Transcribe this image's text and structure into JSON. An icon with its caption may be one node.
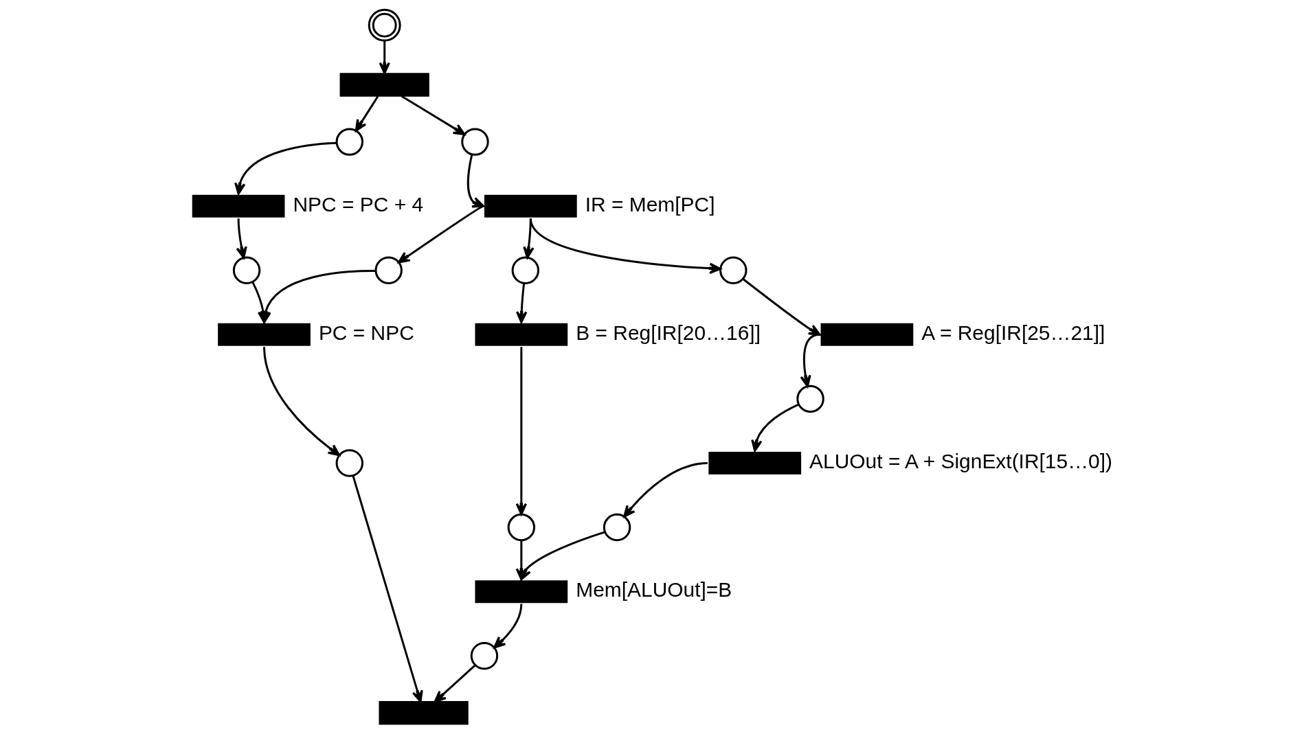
{
  "diagram": {
    "nodes": [
      {
        "text": [],
        "shape": "circle"
      },
      {
        "text": [],
        "shape": "bar"
      },
      {
        "text": [],
        "shape": "circle"
      },
      {
        "text": [],
        "shape": "circle"
      },
      {
        "text": [],
        "shape": "bar",
        "beside": [
          "NPC = PC + 4"
        ]
      },
      {
        "text": [],
        "shape": "bar",
        "beside": [
          "IR = Mem[PC]"
        ]
      },
      {
        "text": [],
        "shape": "circle"
      },
      {
        "text": [],
        "shape": "circle"
      },
      {
        "text": [],
        "shape": "circle"
      },
      {
        "text": [],
        "shape": "circle"
      },
      {
        "text": [],
        "shape": "bar",
        "beside": [
          "B = Reg[IR[20…16]]"
        ]
      },
      {
        "text": [],
        "shape": "bar",
        "beside": [
          "A = Reg[IR[25…21]]"
        ]
      },
      {
        "text": [],
        "shape": "circle"
      },
      {
        "text": [],
        "shape": "circle"
      },
      {
        "text": [],
        "shape": "bar",
        "beside": [
          "ALUOut = A + SignExt(IR[15…0])"
        ]
      },
      {
        "text": [],
        "shape": "bar",
        "beside": [
          "PC = NPC"
        ]
      },
      {
        "text": [],
        "shape": "circle"
      },
      {
        "text": [],
        "shape": "circle"
      },
      {
        "text": [],
        "shape": "bar",
        "beside": [
          "Mem[ALUOut]=B"
        ]
      },
      {
        "text": [],
        "shape": "circle"
      },
      {
        "text": [],
        "shape": "bar"
      }
    ],
    "edges": [
      {
        "from": 0,
        "to": 1,
        "arrow": "to"
      },
      {
        "from": 1,
        "to": 2,
        "arrow": "to"
      },
      {
        "from": 1,
        "to": 3,
        "arrow": "to"
      },
      {
        "from": 2,
        "to": 4,
        "arrow": "to"
      },
      {
        "from": 3,
        "to": 5,
        "arrow": "to"
      },
      {
        "from": 4,
        "to": 6,
        "arrow": "to"
      },
      {
        "from": 5,
        "to": 7,
        "arrow": "to"
      },
      {
        "from": 5,
        "to": 8,
        "arrow": "to"
      },
      {
        "from": 5,
        "to": 9,
        "arrow": "to"
      },
      {
        "from": 6,
        "to": 15,
        "arrow": "to"
      },
      {
        "from": 7,
        "to": 15,
        "arrow": "to"
      },
      {
        "from": 8,
        "to": 10,
        "arrow": "to"
      },
      {
        "from": 9,
        "to": 11,
        "arrow": "to"
      },
      {
        "from": 10,
        "to": 12,
        "arrow": "to"
      },
      {
        "from": 11,
        "to": 13,
        "arrow": "to"
      },
      {
        "from": 12,
        "to": 18,
        "arrow": "to"
      },
      {
        "from": 13,
        "to": 14,
        "arrow": "to"
      },
      {
        "from": 14,
        "to": 17,
        "arrow": "to"
      },
      {
        "from": 17,
        "to": 18,
        "arrow": "to"
      },
      {
        "from": 15,
        "to": 16,
        "arrow": "to"
      },
      {
        "from": 18,
        "to": 19,
        "arrow": "to"
      },
      {
        "from": 16,
        "to": 20,
        "arrow": "to"
      },
      {
        "from": 19,
        "to": 20,
        "arrow": "to"
      }
    ]
  }
}
